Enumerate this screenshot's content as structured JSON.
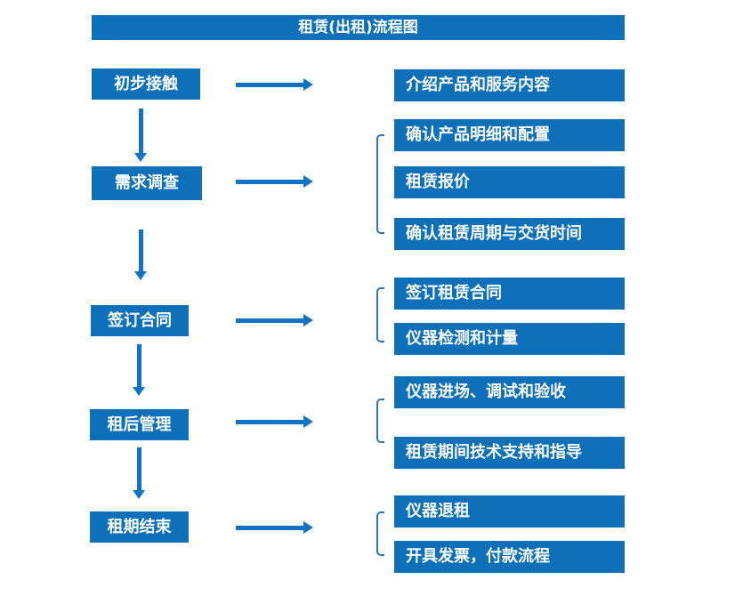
{
  "title": "租赁(出租)流程图",
  "colors": {
    "primary": "#0d70b9",
    "arrow": "#1173c4",
    "bracket": "#2e75b6",
    "boxtext": "#ffffff"
  },
  "steps": [
    {
      "label": "初步接触",
      "outputs": [
        "介绍产品和服务内容"
      ]
    },
    {
      "label": "需求调查",
      "outputs": [
        "确认产品明细和配置",
        "租赁报价",
        "确认租赁周期与交货时间"
      ]
    },
    {
      "label": "签订合同",
      "outputs": [
        "签订租赁合同",
        "仪器检测和计量"
      ]
    },
    {
      "label": "租后管理",
      "outputs": [
        "仪器进场、调试和验收",
        "租赁期间技术支持和指导"
      ]
    },
    {
      "label": "租期结束",
      "outputs": [
        "仪器退租",
        "开具发票，付款流程"
      ]
    }
  ]
}
